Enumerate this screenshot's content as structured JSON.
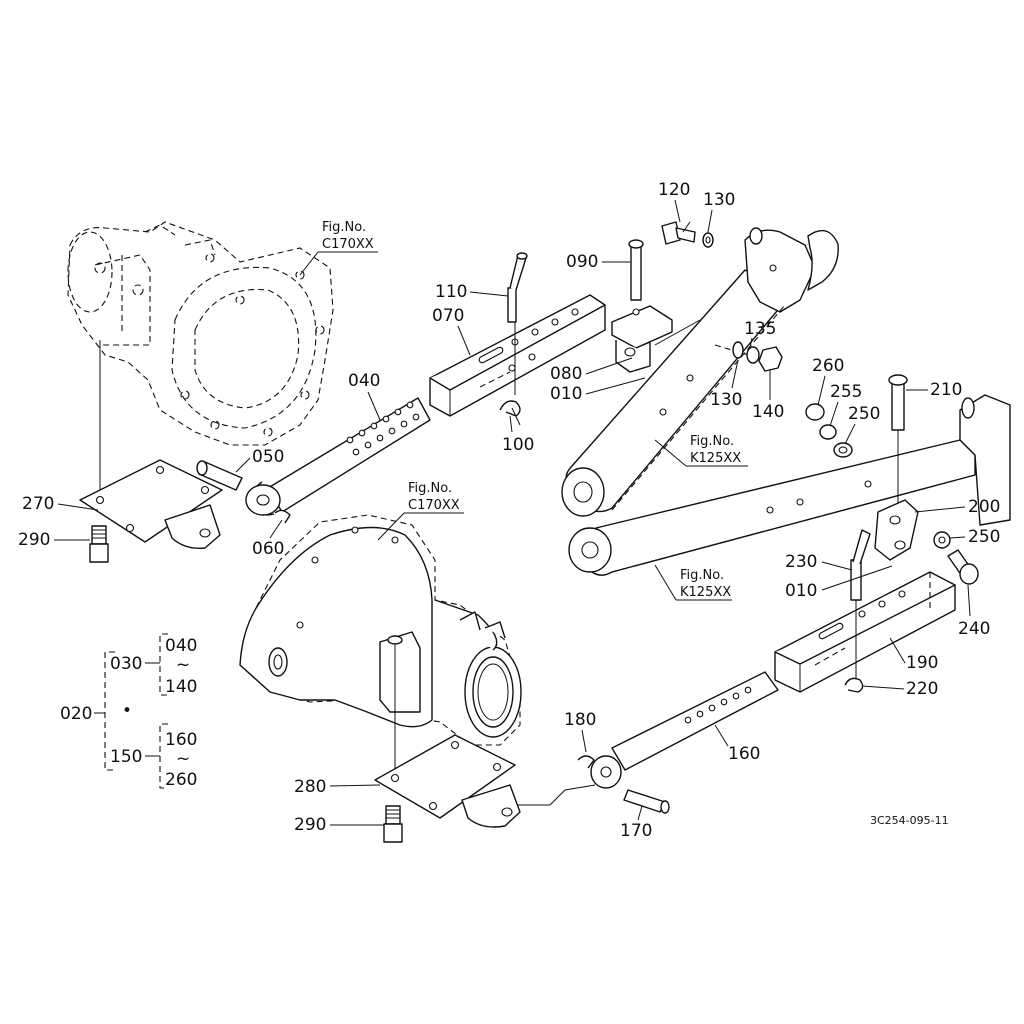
{
  "diagram_code": "3C254-095-11",
  "fig_refs": [
    {
      "id": "fig-upper-left",
      "line1": "Fig.No.",
      "line2": "C170XX"
    },
    {
      "id": "fig-lower-center",
      "line1": "Fig.No.",
      "line2": "C170XX"
    },
    {
      "id": "fig-upper-right",
      "line1": "Fig.No.",
      "line2": "K125XX"
    },
    {
      "id": "fig-lower-right",
      "line1": "Fig.No.",
      "line2": "K125XX"
    }
  ],
  "part_labels": {
    "p120": "120",
    "p130a": "130",
    "p090": "090",
    "p110": "110",
    "p070": "070",
    "p135": "135",
    "p130b": "130",
    "p140": "140",
    "p080": "080",
    "p010a": "010",
    "p100": "100",
    "p040": "040",
    "p050": "050",
    "p060": "060",
    "p270": "270",
    "p290a": "290",
    "p260": "260",
    "p255": "255",
    "p250a": "250",
    "p210": "210",
    "p200": "200",
    "p250b": "250",
    "p230": "230",
    "p010b": "010",
    "p240": "240",
    "p190": "190",
    "p220": "220",
    "p180": "180",
    "p160": "160",
    "p280": "280",
    "p290b": "290",
    "p170": "170"
  },
  "tree": {
    "root": "020",
    "dot": "•",
    "groups": [
      {
        "code": "030",
        "top": "040",
        "tilde": "~",
        "bottom": "140"
      },
      {
        "code": "150",
        "top": "160",
        "tilde": "~",
        "bottom": "260"
      }
    ]
  }
}
